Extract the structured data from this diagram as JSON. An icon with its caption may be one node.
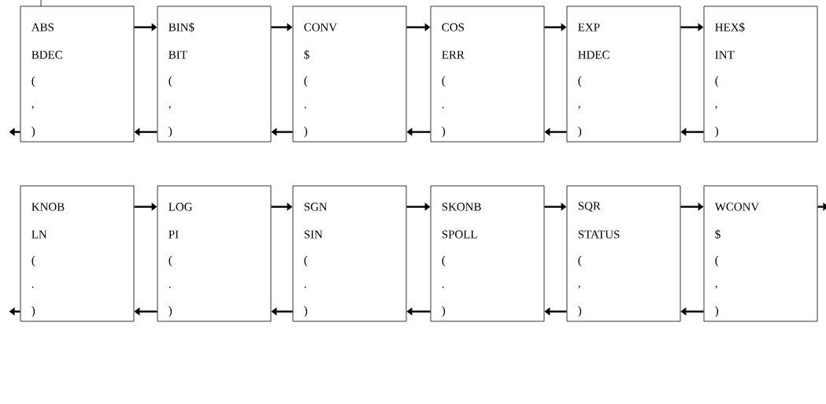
{
  "diagram": {
    "nodes": [
      {
        "text": [
          "ABS",
          "BDEC",
          "(",
          ",",
          ")"
        ]
      },
      {
        "text": [
          "BIN$",
          "BIT",
          "(",
          ",",
          ")"
        ]
      },
      {
        "text": [
          "CONV",
          "$",
          "(",
          ".",
          ")"
        ]
      },
      {
        "text": [
          "COS",
          "ERR",
          "(",
          ".",
          ")"
        ]
      },
      {
        "text": [
          "EXP",
          "HDEC",
          "(",
          ",",
          ")"
        ]
      },
      {
        "text": [
          "HEX$",
          "INT",
          "(",
          ",",
          ")"
        ]
      },
      {
        "text": [
          "KNOB",
          "LN",
          "(",
          ".",
          ")"
        ]
      },
      {
        "text": [
          "LOG",
          "PI",
          "(",
          ".",
          ")"
        ]
      },
      {
        "text": [
          "SGN",
          "SIN",
          "(",
          ".",
          ")"
        ]
      },
      {
        "text": [
          "SKONB",
          "SPOLL",
          "(",
          ".",
          ")"
        ]
      },
      {
        "text": [
          "SQR",
          "STATUS",
          "(",
          ",",
          ")"
        ]
      },
      {
        "text": [
          "WCONV",
          "$",
          "(",
          ",",
          ")"
        ]
      }
    ],
    "edges": [
      {
        "from": 0,
        "to": 1,
        "arrow": "to"
      },
      {
        "from": 1,
        "to": 2,
        "arrow": "to"
      },
      {
        "from": 2,
        "to": 3,
        "arrow": "to"
      },
      {
        "from": 3,
        "to": 4,
        "arrow": "to"
      },
      {
        "from": 4,
        "to": 5,
        "arrow": "to"
      },
      {
        "from": 0,
        "to": null,
        "arrow": "to"
      },
      {
        "from": 1,
        "to": 0,
        "arrow": "to"
      },
      {
        "from": 2,
        "to": 1,
        "arrow": "to"
      },
      {
        "from": 3,
        "to": 2,
        "arrow": "to"
      },
      {
        "from": 4,
        "to": 3,
        "arrow": "to"
      },
      {
        "from": 5,
        "to": 4,
        "arrow": "to"
      },
      {
        "from": 6,
        "to": 7,
        "arrow": "to"
      },
      {
        "from": 7,
        "to": 8,
        "arrow": "to"
      },
      {
        "from": 8,
        "to": 9,
        "arrow": "to"
      },
      {
        "from": 9,
        "to": 10,
        "arrow": "to"
      },
      {
        "from": 10,
        "to": 11,
        "arrow": "to"
      },
      {
        "from": 11,
        "to": null,
        "arrow": "to"
      },
      {
        "from": 6,
        "to": null,
        "arrow": "to"
      },
      {
        "from": 7,
        "to": 6,
        "arrow": "to"
      },
      {
        "from": 8,
        "to": 7,
        "arrow": "to"
      },
      {
        "from": 9,
        "to": 8,
        "arrow": "to"
      },
      {
        "from": 10,
        "to": 9,
        "arrow": "to"
      },
      {
        "from": 11,
        "to": 10,
        "arrow": "to"
      }
    ]
  }
}
